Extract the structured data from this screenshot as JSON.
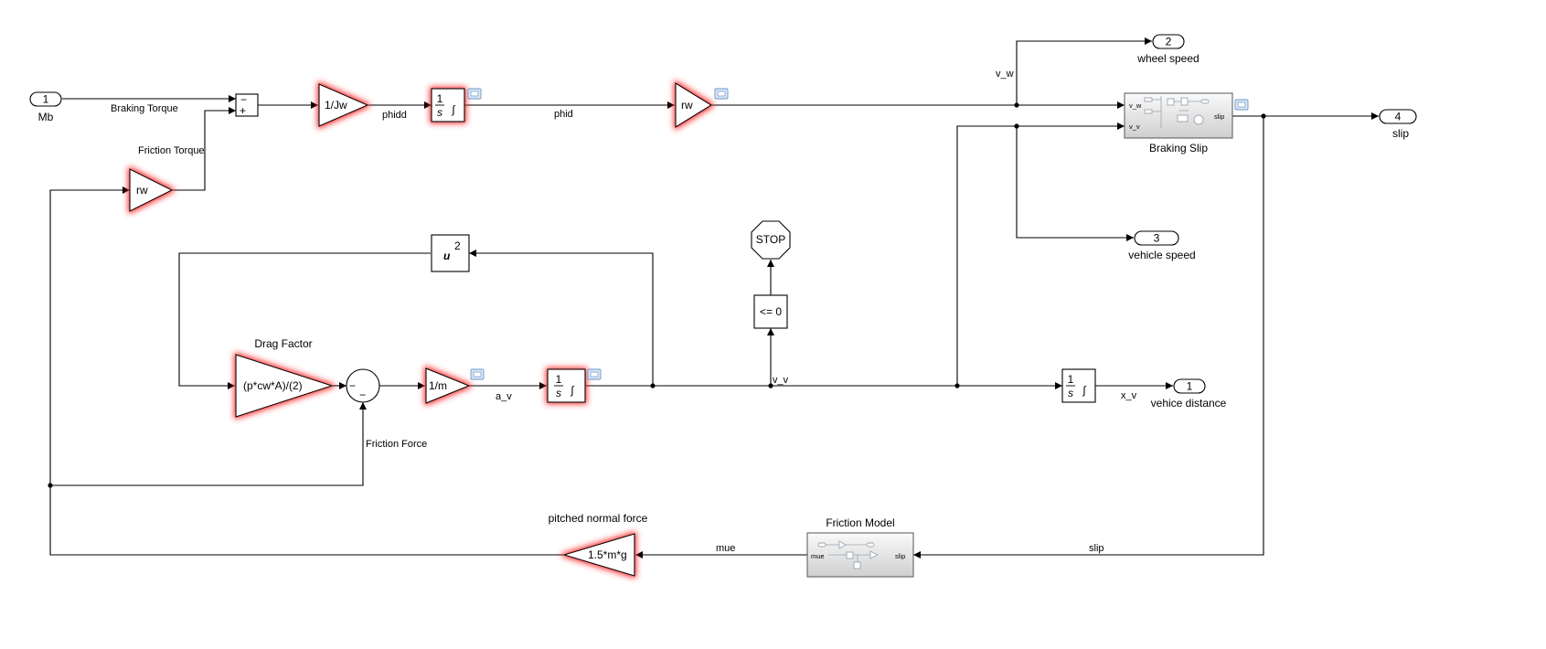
{
  "inports": [
    {
      "number": "1",
      "name": "Mb"
    }
  ],
  "outports": [
    {
      "number": "1",
      "name": "vehice distance"
    },
    {
      "number": "2",
      "name": "wheel speed"
    },
    {
      "number": "3",
      "name": "vehicle speed"
    },
    {
      "number": "4",
      "name": "slip"
    }
  ],
  "gains": {
    "inv_jw": "1/Jw",
    "rw_top": "rw",
    "rw_left": "rw",
    "inv_m": "1/m",
    "drag": "(p*cw*A)/(2)",
    "normal": "1.5*m*g"
  },
  "blocks": {
    "stop": "STOP",
    "compare": "<= 0",
    "square_base": "u",
    "square_exp": "2",
    "sum1_minus": "−",
    "sum1_plus": "+",
    "sum2_minus_left": "−",
    "sum2_minus_bottom": "−",
    "integrator_num": "1",
    "integrator_den": "s",
    "integrator_sym": "∫"
  },
  "subsystems": {
    "braking_slip": {
      "name": "Braking Slip",
      "in1": "v_w",
      "in2": "v_v",
      "out": "slip"
    },
    "friction_model": {
      "name": "Friction Model",
      "in": "mue",
      "out": "slip"
    }
  },
  "block_labels": {
    "drag_factor": "Drag Factor",
    "pitched_normal_force": "pitched normal force"
  },
  "signals": {
    "braking_torque": "Braking Torque",
    "friction_torque": "Friction Torque",
    "phidd": "phidd",
    "phid": "phid",
    "v_w": "v_w",
    "v_v": "v_v",
    "a_v": "a_v",
    "x_v": "x_v",
    "friction_force": "Friction Force",
    "mue": "mue",
    "slip": "slip"
  },
  "colors": {
    "highlight": "#ff2a2a",
    "scope_fill": "#dbe8f7",
    "scope_stroke": "#6d94c5"
  }
}
